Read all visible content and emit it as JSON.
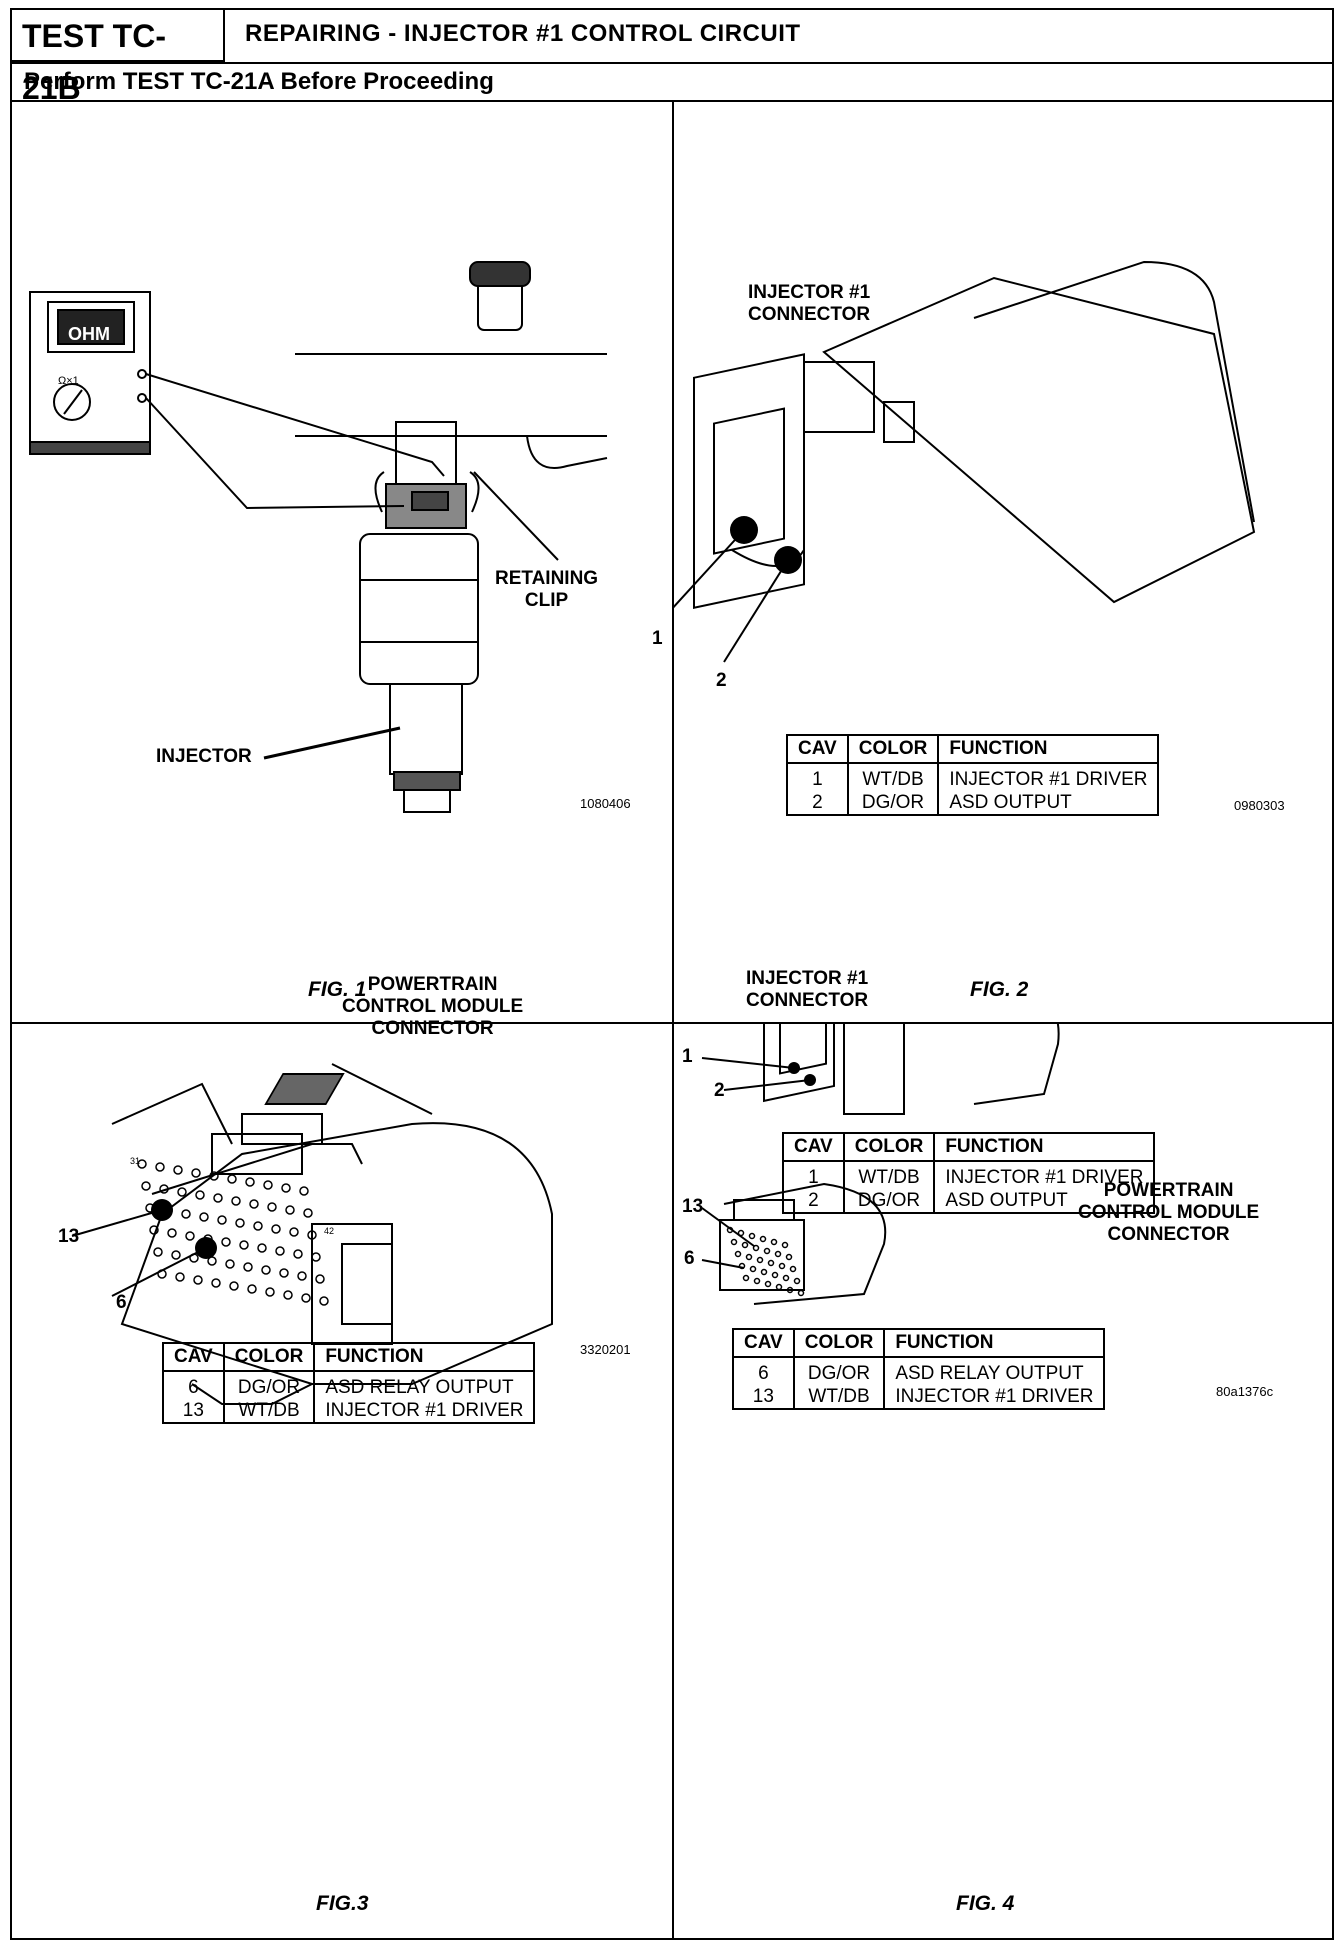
{
  "header": {
    "test_id": "TEST TC-21B",
    "title": "REPAIRING - INJECTOR #1 CONTROL CIRCUIT",
    "subtitle": "Perform TEST TC-21A Before Proceeding"
  },
  "fig1": {
    "meter_display": "OHM",
    "meter_range": "Ω×1",
    "label_retaining_clip": [
      "RETAINING",
      "CLIP"
    ],
    "label_injector": "INJECTOR",
    "code": "1080406",
    "caption": "FIG. 1"
  },
  "fig2": {
    "title": [
      "INJECTOR #1",
      "CONNECTOR"
    ],
    "pin1": "1",
    "pin2": "2",
    "table": {
      "headers": [
        "CAV",
        "COLOR",
        "FUNCTION"
      ],
      "rows": [
        [
          "1",
          "WT/DB",
          "INJECTOR #1 DRIVER"
        ],
        [
          "2",
          "DG/OR",
          "ASD OUTPUT"
        ]
      ]
    },
    "code": "0980303",
    "caption": "FIG. 2"
  },
  "fig3": {
    "title": [
      "POWERTRAIN",
      "CONTROL MODULE",
      "CONNECTOR"
    ],
    "pin13": "13",
    "pin6": "6",
    "pin_small_31": "31",
    "pin_small_42": "42",
    "table": {
      "headers": [
        "CAV",
        "COLOR",
        "FUNCTION"
      ],
      "rows": [
        [
          "6",
          "DG/OR",
          "ASD RELAY OUTPUT"
        ],
        [
          "13",
          "WT/DB",
          "INJECTOR #1 DRIVER"
        ]
      ]
    },
    "code": "3320201",
    "caption": "FIG.3"
  },
  "fig4": {
    "inj_title": [
      "INJECTOR #1",
      "CONNECTOR"
    ],
    "inj_pin1": "1",
    "inj_pin2": "2",
    "inj_table": {
      "headers": [
        "CAV",
        "COLOR",
        "FUNCTION"
      ],
      "rows": [
        [
          "1",
          "WT/DB",
          "INJECTOR #1 DRIVER"
        ],
        [
          "2",
          "DG/OR",
          "ASD OUTPUT"
        ]
      ]
    },
    "pcm_title": [
      "POWERTRAIN",
      "CONTROL MODULE",
      "CONNECTOR"
    ],
    "pcm_pin13": "13",
    "pcm_pin6": "6",
    "pcm_table": {
      "headers": [
        "CAV",
        "COLOR",
        "FUNCTION"
      ],
      "rows": [
        [
          "6",
          "DG/OR",
          "ASD RELAY OUTPUT"
        ],
        [
          "13",
          "WT/DB",
          "INJECTOR #1 DRIVER"
        ]
      ]
    },
    "code": "80a1376c",
    "caption": "FIG. 4"
  }
}
